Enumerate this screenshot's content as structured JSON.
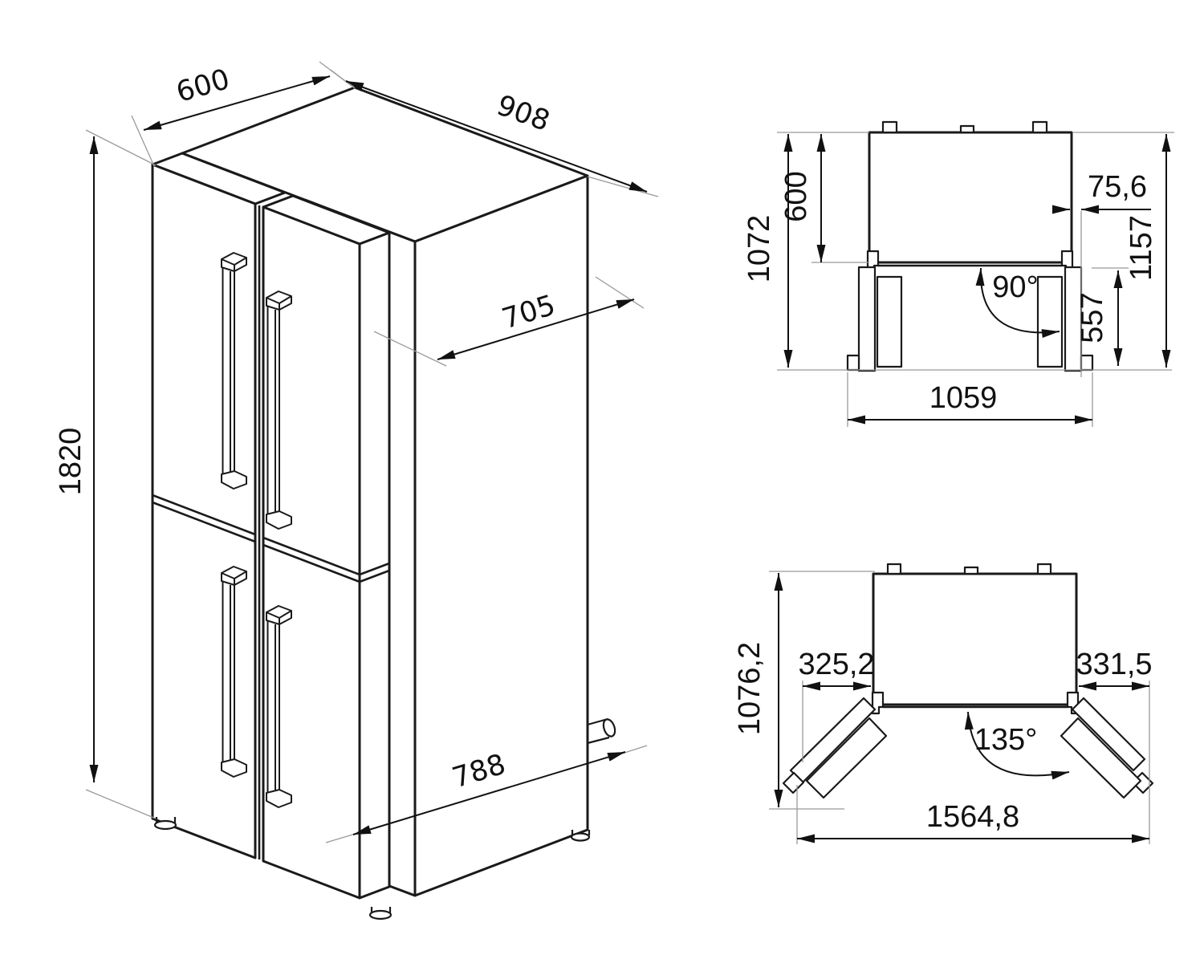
{
  "drawing": {
    "type": "appliance-dimension-diagram",
    "subject": "four-door refrigerator technical drawing",
    "colors": {
      "background": "#ffffff",
      "line": "#1a1a1a",
      "dimension_line": "#111111",
      "extension_line": "#999999"
    },
    "isometric_view": {
      "labels": {
        "depth_top_mm": "600",
        "width_top_mm": "908",
        "depth_with_door_mm": "705",
        "height_mm": "1820",
        "depth_bottom_mm": "788"
      }
    },
    "plan_view_90deg": {
      "labels": {
        "total_depth_left_mm": "1072",
        "body_depth_mm": "600",
        "door_protrusion_mm": "75,6",
        "total_depth_right_mm": "1157",
        "open_door_depth_mm": "557",
        "opening_angle": "90°",
        "width_doors_open_mm": "1059"
      }
    },
    "plan_view_135deg": {
      "labels": {
        "total_depth_mm": "1076,2",
        "left_door_protrusion_mm": "325,2",
        "right_door_protrusion_mm": "331,5",
        "opening_angle": "135°",
        "width_doors_open_mm": "1564,8"
      }
    }
  }
}
